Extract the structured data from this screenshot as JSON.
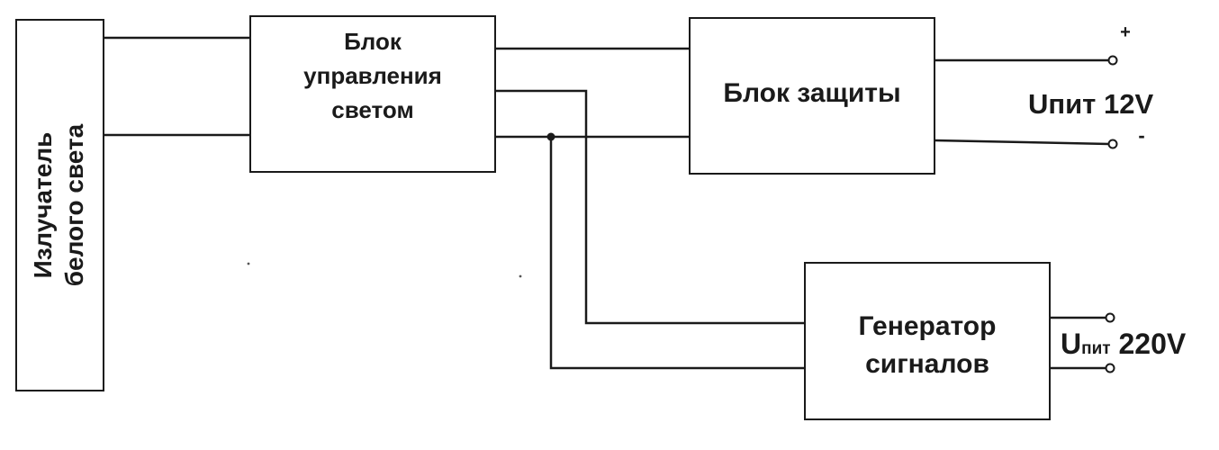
{
  "blocks": {
    "emitter": {
      "line1": "Излучатель",
      "line2": "белого света"
    },
    "light_control": {
      "line1": "Блок",
      "line2": "управления",
      "line3": "светом"
    },
    "protection": {
      "label": "Блок защиты"
    },
    "generator": {
      "line1": "Генератор",
      "line2": "сигналов"
    }
  },
  "supply_12v": {
    "plus": "+",
    "minus": "-",
    "u": "U",
    "sub": "пит",
    "value": "12V"
  },
  "supply_220v": {
    "u": "U",
    "sub": "пит",
    "value": "220V"
  },
  "colors": {
    "line": "#1a1a1a",
    "background": "#ffffff"
  }
}
